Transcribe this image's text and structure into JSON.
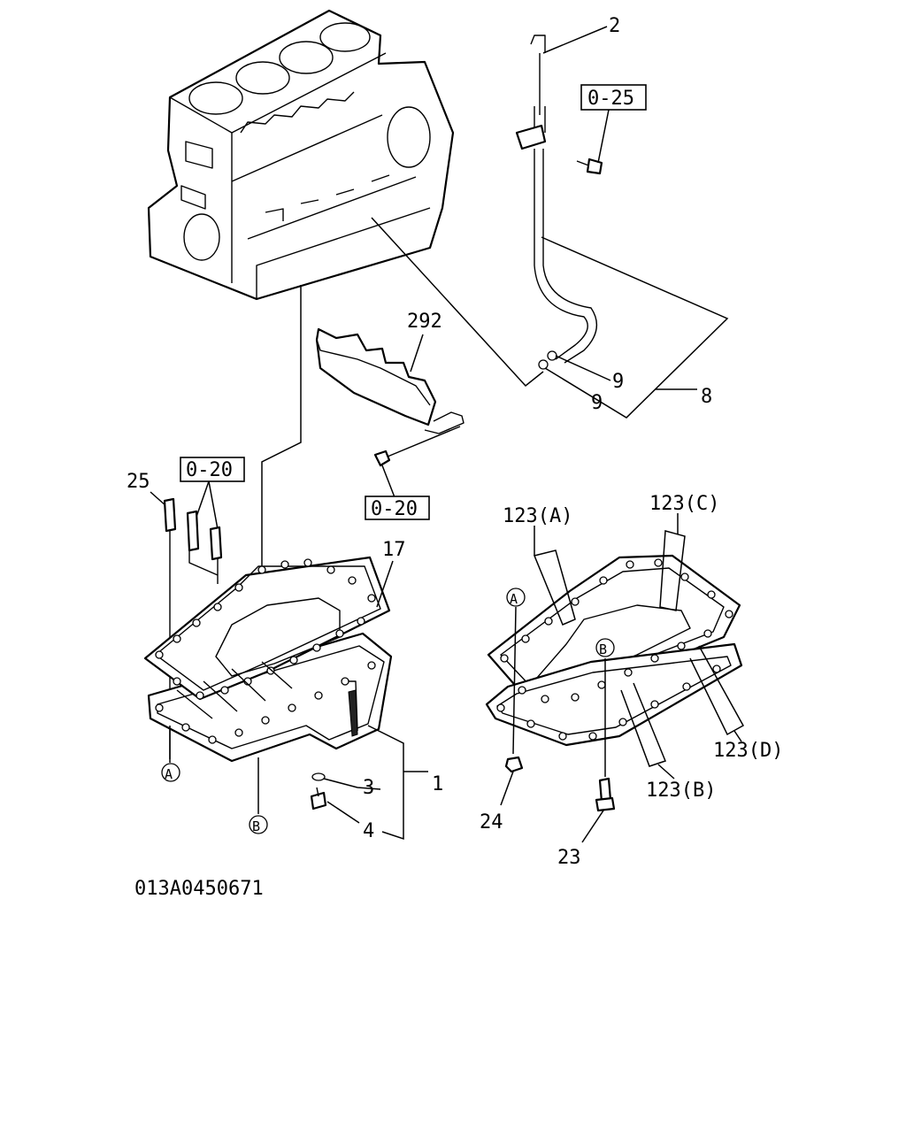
{
  "diagram": {
    "footer_code": "013A0450671",
    "callouts": {
      "c2": "2",
      "c292": "292",
      "c9a": "9",
      "c9b": "9",
      "c8": "8",
      "c25": "25",
      "c17": "17",
      "c1": "1",
      "c3": "3",
      "c4": "4",
      "c24": "24",
      "c23": "23",
      "c123a": "123(A)",
      "c123b": "123(B)",
      "c123c": "123(C)",
      "c123d": "123(D)"
    },
    "references": {
      "ref025": "0-25",
      "ref020a": "0-20",
      "ref020b": "0-20"
    },
    "markers": {
      "a_left": "A",
      "b_left": "B",
      "a_right": "A",
      "b_right": "B"
    }
  }
}
